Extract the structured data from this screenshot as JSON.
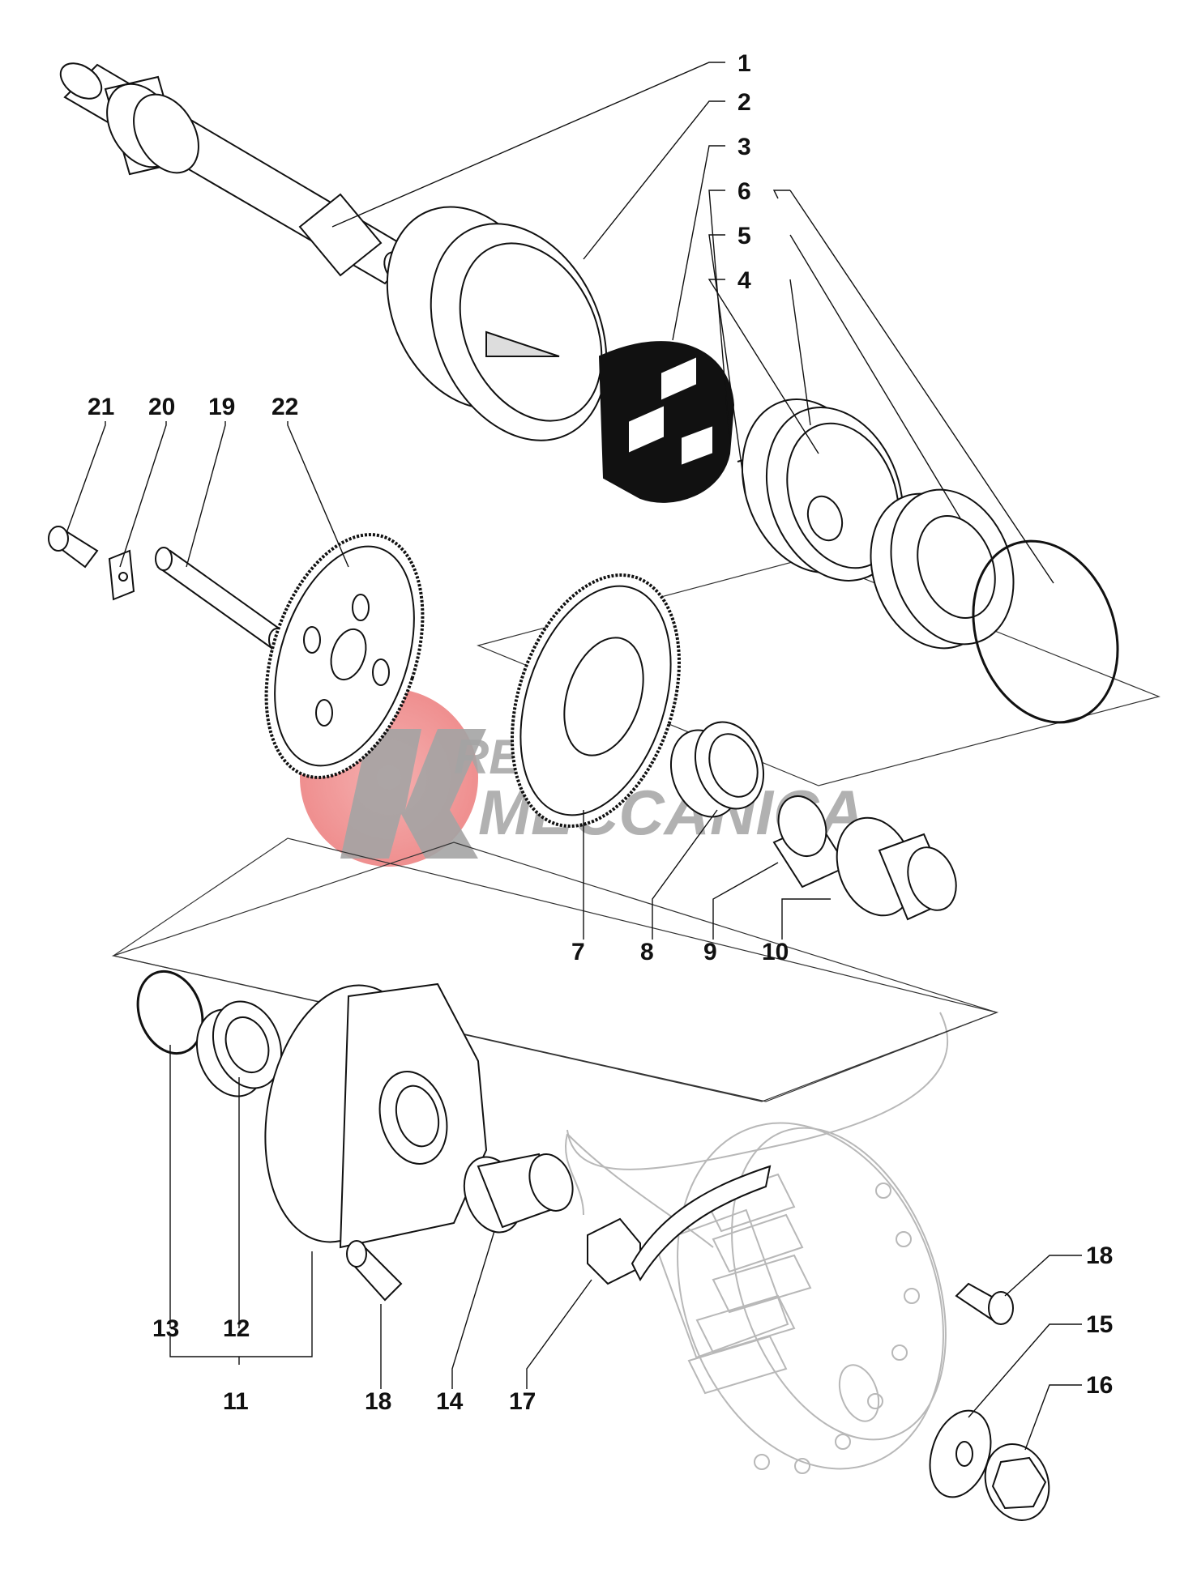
{
  "watermark": {
    "line1": "RESICO",
    "line2": "MECCANICA",
    "mark_color": "#e83b3b",
    "text_color": "#9a9a9a"
  },
  "callouts": [
    "1",
    "2",
    "3",
    "6",
    "5",
    "4",
    "21",
    "20",
    "19",
    "22",
    "7",
    "8",
    "9",
    "10",
    "13",
    "12",
    "11",
    "18",
    "14",
    "17",
    "18",
    "15",
    "16"
  ],
  "colors": {
    "line": "#111111",
    "ghost": "#b8b8b8",
    "fill": "#ffffff",
    "dark": "#111111"
  }
}
